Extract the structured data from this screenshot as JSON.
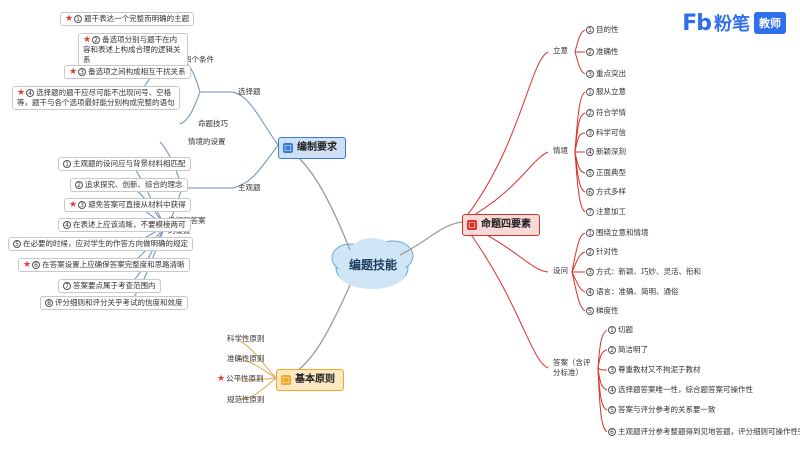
{
  "logo": {
    "mark": "Fb",
    "name": "粉笔",
    "badge": "教师"
  },
  "center": {
    "label": "编题技能"
  },
  "branches": {
    "compile": {
      "label": "编制要求",
      "icon": "book-icon"
    },
    "elements": {
      "label": "命题四要素",
      "icon": "book-icon"
    },
    "principles": {
      "label": "基本原则",
      "icon": "book-icon"
    }
  },
  "compile": {
    "choice": "选择题",
    "four_conditions": "四个条件",
    "conditions": [
      {
        "n": "1",
        "text": "题干表达一个完整而明确的主题",
        "star": true
      },
      {
        "n": "2",
        "text": "备选项分别与题干在内容和表述上构成合理的逻辑关系",
        "star": true
      },
      {
        "n": "3",
        "text": "备选项之间构成相互干扰关系",
        "star": true
      },
      {
        "n": "4",
        "text": "选择题的题干应尽可能不出现问号、空格等，题干与各个选项最好能分别构成完整的语句",
        "star": true
      }
    ],
    "skill": "命题技巧",
    "subjective": "主观题",
    "scenario": "情境的设置",
    "qa": "设问和答案的设置",
    "qa_items": [
      {
        "n": "1",
        "text": "主观题的设问应与背景材料相匹配",
        "star": false
      },
      {
        "n": "2",
        "text": "追求探究、创新、综合的理念",
        "star": false
      },
      {
        "n": "3",
        "text": "避免答案可直接从材料中获得",
        "star": true
      },
      {
        "n": "4",
        "text": "在表述上应该清晰，不要模棱两可",
        "star": false
      },
      {
        "n": "5",
        "text": "在必要的时候，应对学生的作答方向做明确的规定",
        "star": false
      },
      {
        "n": "6",
        "text": "在答案设置上应确保答案完整度和思路清晰",
        "star": true
      },
      {
        "n": "7",
        "text": "答案要点属于考查范围内",
        "star": false
      },
      {
        "n": "8",
        "text": "评分细则和评分关乎考试的信度和效度",
        "star": false
      }
    ]
  },
  "principles": {
    "items": [
      {
        "text": "科学性原则",
        "star": false
      },
      {
        "text": "准确性原则",
        "star": false
      },
      {
        "text": "公平性原则",
        "star": true
      },
      {
        "text": "规范性原则",
        "star": false
      }
    ]
  },
  "elements": {
    "intent": {
      "label": "立意",
      "items": [
        "目的性",
        "准确性",
        "重点突出"
      ]
    },
    "context": {
      "label": "情境",
      "items": [
        "服从立意",
        "符合学情",
        "科学可信",
        "新颖深刻",
        "正面典型",
        "方式多样",
        "注意加工"
      ]
    },
    "question": {
      "label": "设问",
      "items": [
        "围绕立意和情境",
        "针对性",
        "方式：新颖、巧妙、灵活、衔和",
        "语言：准确、简明、通俗",
        "梯度性"
      ]
    },
    "answer": {
      "label": "答案（含评分标准）",
      "items": [
        "切题",
        "简洁明了",
        "尊重教材又不拘泥于教材",
        "选择题答案唯一性，综合题答案可操作性",
        "答案与评分参考的关系要一致",
        "主观题评分参考整题得到见地答题，评分细则可操作性强"
      ]
    }
  },
  "colors": {
    "compile": "#3a7bd5",
    "elements": "#d9322b",
    "principles": "#f5a623",
    "center_fill": "#cfe6f7"
  }
}
